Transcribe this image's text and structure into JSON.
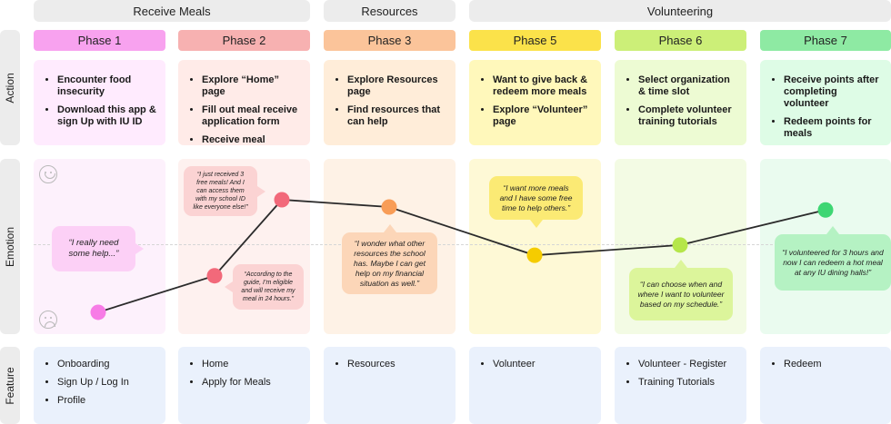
{
  "sections": [
    {
      "label": "Receive Meals"
    },
    {
      "label": "Resources"
    },
    {
      "label": "Volunteering"
    }
  ],
  "row_labels": {
    "action": "Action",
    "emotion": "Emotion",
    "feature": "Feature"
  },
  "phases": [
    {
      "label": "Phase 1",
      "color": "#f8a2ef",
      "tint": "#fcecfb",
      "actions": [
        "Encounter food insecurity",
        "Download this app & sign Up with IU ID"
      ],
      "features": [
        "Onboarding",
        "Sign Up / Log In",
        "Profile"
      ]
    },
    {
      "label": "Phase 2",
      "color": "#f7b1b1",
      "tint": "#fdecea",
      "actions": [
        "Explore “Home” page",
        "Fill out meal receive application form",
        "Receive meal"
      ],
      "features": [
        "Home",
        "Apply for Meals"
      ]
    },
    {
      "label": "Phase 3",
      "color": "#fbc49a",
      "tint": "#fdeede",
      "actions": [
        "Explore Resources page",
        "Find resources that can help"
      ],
      "features": [
        "Resources"
      ]
    },
    {
      "label": "Phase 5",
      "color": "#fbe24a",
      "tint": "#fdf7c8",
      "actions": [
        "Want to give back & redeem more meals",
        "Explore “Volunteer” page"
      ],
      "features": [
        "Volunteer"
      ]
    },
    {
      "label": "Phase 6",
      "color": "#ccef78",
      "tint": "#effadb",
      "actions": [
        "Select organization & time slot",
        "Complete volunteer training tutorials"
      ],
      "features": [
        "Volunteer - Register",
        "Training Tutorials"
      ]
    },
    {
      "label": "Phase 7",
      "color": "#8eeaa3",
      "tint": "#e3fae9",
      "actions": [
        "Receive points after completing volunteer",
        "Redeem points for meals"
      ],
      "features": [
        "Redeem"
      ]
    }
  ],
  "emotion_points": [
    {
      "phase": "Phase 1",
      "level": 0.05,
      "color": "#f77ce6"
    },
    {
      "phase": "Phase 2",
      "level": 0.3,
      "color": "#f2697a"
    },
    {
      "phase": "Phase 2",
      "level": 0.82,
      "color": "#f2697a"
    },
    {
      "phase": "Phase 3",
      "level": 0.77,
      "color": "#f89d57"
    },
    {
      "phase": "Phase 5",
      "level": 0.44,
      "color": "#f5cc00"
    },
    {
      "phase": "Phase 6",
      "level": 0.51,
      "color": "#b5e64a"
    },
    {
      "phase": "Phase 7",
      "level": 0.75,
      "color": "#3ed673"
    }
  ],
  "quotes": [
    {
      "text": "“I really need some help...”",
      "color": "#fcd0f6"
    },
    {
      "text": "“I just received 3 free meals! And I can access them with my school ID like everyone else!”",
      "color": "#fbd3d3"
    },
    {
      "text": "“According to the guide, I’m eligible and will receive my meal in 24 hours.”",
      "color": "#fbd3d3"
    },
    {
      "text": "“I wonder what other resources the school has. Maybe I can get help on my financial situation as well.”",
      "color": "#fcd6b8"
    },
    {
      "text": "“I want more meals and I have some free time to help others.”",
      "color": "#fbea74"
    },
    {
      "text": "“I can choose when and where I want to volunteer based on my schedule.”",
      "color": "#dcf59b"
    },
    {
      "text": "“I volunteered for 3 hours and now I can redeem a hot meal at any IU dining halls!”",
      "color": "#b5f2c3"
    }
  ],
  "icons": {
    "happy": "smiley-face-icon",
    "sad": "sad-face-icon"
  },
  "feature_bg": "#eaf1fc"
}
